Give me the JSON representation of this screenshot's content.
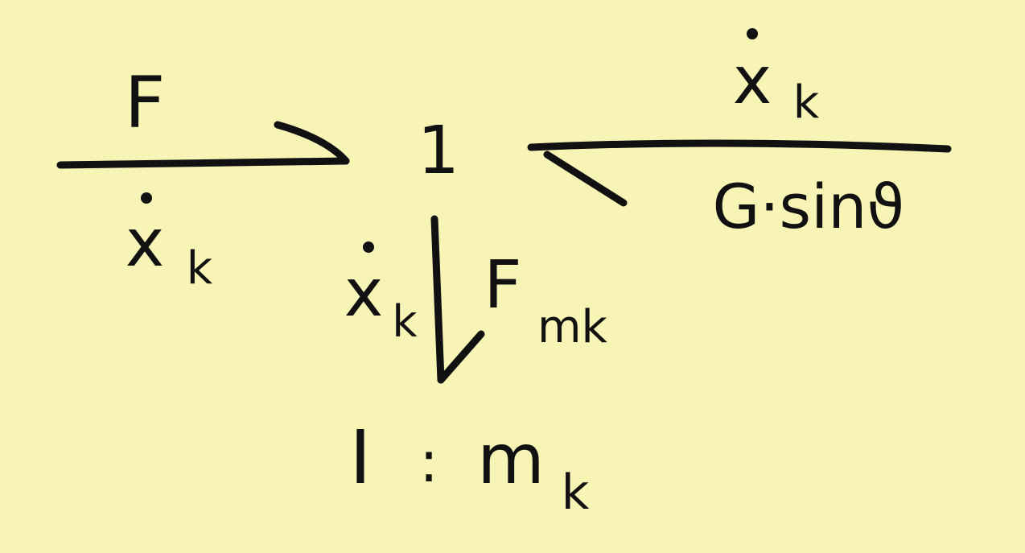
{
  "bond_graph": {
    "junction": {
      "label": "1"
    },
    "source_force": {
      "effort": "F",
      "flow_base": "x",
      "flow_sub": "k"
    },
    "gravity_source": {
      "flow_base": "x",
      "flow_sub": "k",
      "effort": "G·sinϑ"
    },
    "inertia_bond": {
      "flow_base": "x",
      "flow_sub": "k",
      "effort_base": "F",
      "effort_sub": "mk"
    },
    "inertia_element": {
      "type": "I",
      "separator": ":",
      "param_base": "m",
      "param_sub": "k"
    }
  },
  "colors": {
    "paper": "#f7f4b6",
    "ink": "#111111"
  }
}
